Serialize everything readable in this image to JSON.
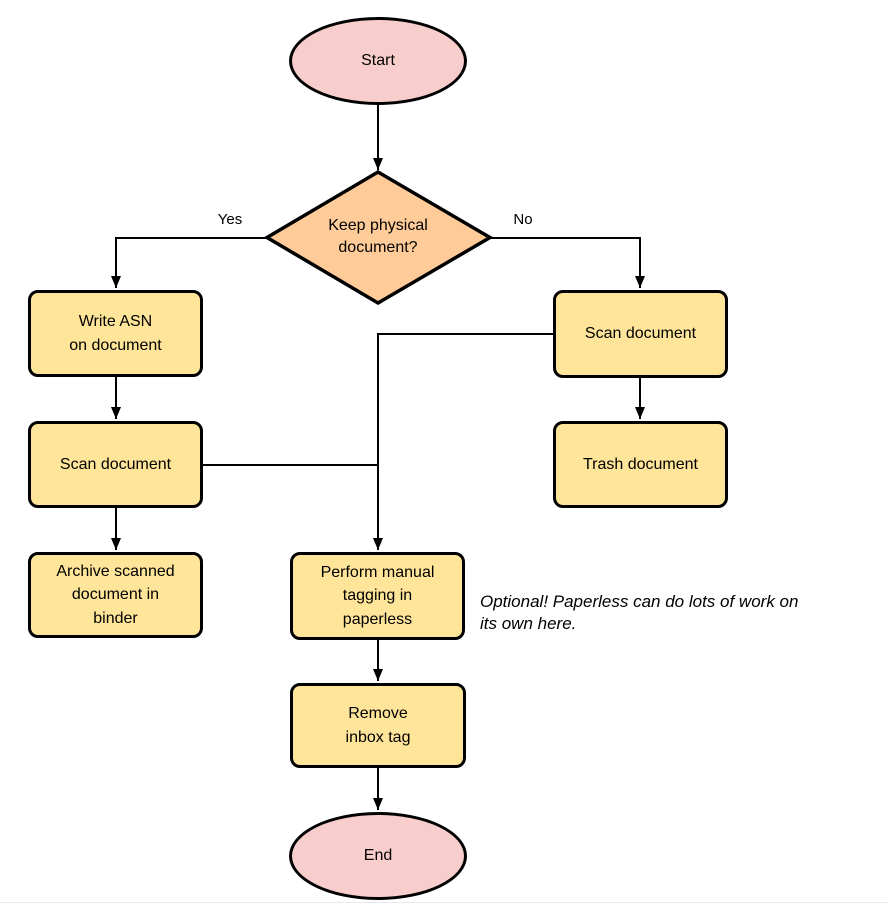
{
  "colors": {
    "terminal_fill": "#F8CECC",
    "decision_fill": "#FFCC99",
    "process_fill": "#FFE599",
    "stroke": "#000000"
  },
  "nodes": {
    "start": "Start",
    "decision": "Keep physical\ndocument?",
    "write_asn": "Write ASN\non document",
    "scan_left": "Scan document",
    "archive": "Archive scanned\ndocument in\nbinder",
    "scan_right": "Scan document",
    "trash": "Trash document",
    "tagging": "Perform manual\ntagging in\npaperless",
    "remove_inbox": "Remove\ninbox tag",
    "end": "End"
  },
  "edge_labels": {
    "yes": "Yes",
    "no": "No"
  },
  "annotation": "Optional! Paperless can do lots of work on\nits own here."
}
